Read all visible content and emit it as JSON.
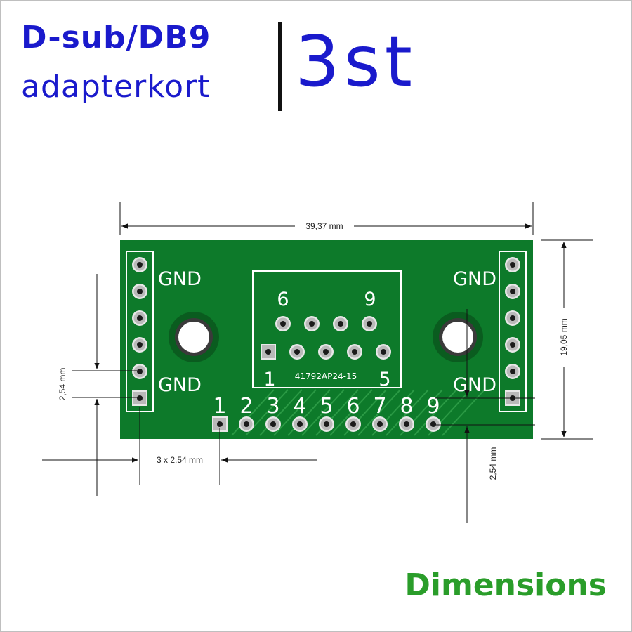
{
  "title": {
    "line1": "D-sub/DB9",
    "line2": "adapterkort",
    "quantity": "3st"
  },
  "footer": {
    "label": "Dimensions"
  },
  "board": {
    "gnd_label": "GND",
    "pin_numbers": [
      "1",
      "2",
      "3",
      "4",
      "5",
      "6",
      "7",
      "8",
      "9"
    ],
    "connector_labels": {
      "top_left": "6",
      "top_right": "9",
      "bottom_left": "1",
      "bottom_right": "5",
      "part_number": "41792AP24-15"
    }
  },
  "dimensions": {
    "width": "39,37 mm",
    "height": "19,05 mm",
    "pitch_left": "2,54 mm",
    "pitch_right": "2,54 mm",
    "offset": "3 x 2,54 mm"
  },
  "colors": {
    "title": "#1a1acc",
    "footer": "#2a9d2a",
    "pcb": "#0d7a2a",
    "pad": "#b9b9b9"
  }
}
